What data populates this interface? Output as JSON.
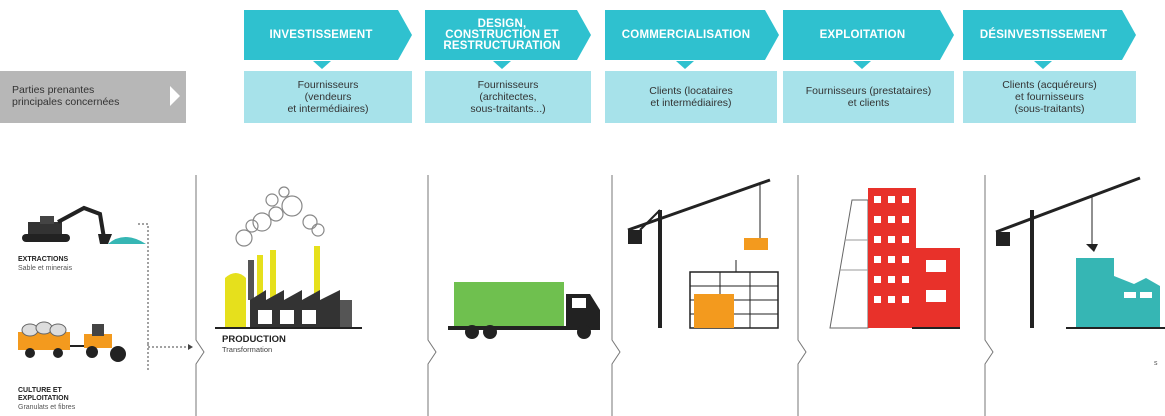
{
  "phases": [
    {
      "label": "INVESTISSEMENT"
    },
    {
      "label": "DESIGN,\nCONSTRUCTION ET\nRESTRUCTURATION"
    },
    {
      "label": "COMMERCIALISATION"
    },
    {
      "label": "EXPLOITATION"
    },
    {
      "label": "DÉSINVESTISSEMENT"
    }
  ],
  "stakeholders_label": "Parties prenantes\nprincipales concernées",
  "stakeholders": [
    "Fournisseurs\n(vendeurs\net intermédiaires)",
    "Fournisseurs\n(architectes,\nsous-traitants...)",
    "Clients (locataires\net intermédiaires)",
    "Fournisseurs (prestataires)\net clients",
    "Clients (acquéreurs)\net fournisseurs\n(sous-traitants)"
  ],
  "sources": {
    "extractions_title": "EXTRACTIONS",
    "extractions_sub": "Sable et minerais",
    "culture_title": "CULTURE ET\nEXPLOITATION",
    "culture_sub": "Granulats et fibres"
  },
  "production": {
    "title": "PRODUCTION",
    "sub": "Transformation"
  },
  "corner_mark": "s",
  "colors": {
    "arrow": "#2fc1cf",
    "stake_box": "#a7e2ea",
    "label_box": "#b7b7b7",
    "orange": "#f39a1e",
    "green": "#6fc04f",
    "red": "#e8312a",
    "teal": "#36b6b4",
    "yellow": "#e6e01c"
  }
}
